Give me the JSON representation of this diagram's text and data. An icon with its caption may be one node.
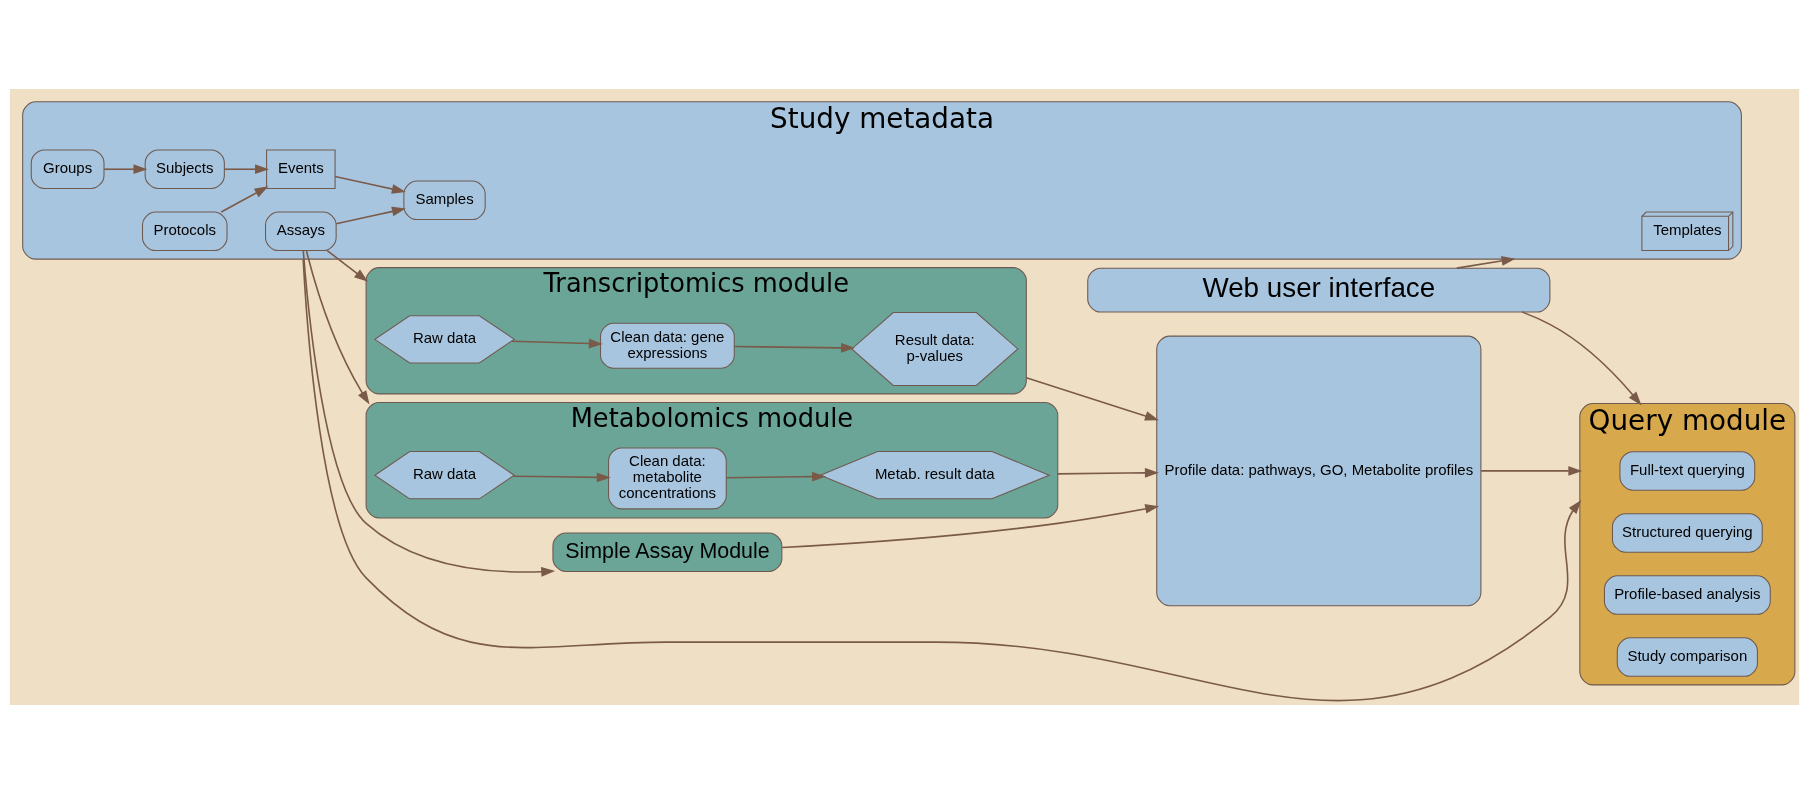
{
  "diagram": {
    "nodes": [
      {
        "text": [
          "Study metadata"
        ]
      },
      {
        "text": [
          "Templates"
        ],
        "in": 0
      },
      {
        "text": [
          "Subjects"
        ],
        "in": 0
      },
      {
        "text": [
          "Groups"
        ],
        "in": 0
      },
      {
        "text": [
          "Events"
        ],
        "in": 0
      },
      {
        "text": [
          "Protocols"
        ],
        "in": 0
      },
      {
        "text": [
          "Samples"
        ],
        "in": 0
      },
      {
        "text": [
          "Assays"
        ],
        "in": 0
      },
      {
        "text": [
          "Simple Assay Module"
        ]
      },
      {
        "text": [
          "Transcriptomics module"
        ]
      },
      {
        "text": [
          "Raw data"
        ],
        "in": 9
      },
      {
        "text": [
          "Clean data: gene expressions"
        ],
        "in": 9
      },
      {
        "text": [
          "Result data: p-values"
        ],
        "in": 9
      },
      {
        "text": [
          "Metabolomics module"
        ]
      },
      {
        "text": [
          "Raw data"
        ],
        "in": 13
      },
      {
        "text": [
          "Clean data: metabolite concentrations"
        ],
        "in": 13
      },
      {
        "text": [
          "Metab. result data"
        ],
        "in": 13
      },
      {
        "text": [
          "Profile data: pathways, GO, Metabolite profiles"
        ]
      },
      {
        "text": [
          "Query module"
        ]
      },
      {
        "text": [
          "Full-text querying"
        ],
        "in": 18
      },
      {
        "text": [
          "Structured querying"
        ],
        "in": 18
      },
      {
        "text": [
          "Profile-based analysis"
        ],
        "in": 18
      },
      {
        "text": [
          "Study comparison"
        ],
        "in": 18
      },
      {
        "text": [
          "Web user interface"
        ]
      }
    ],
    "edges": [
      {
        "from": 3,
        "to": 2,
        "arrow": "to"
      },
      {
        "from": 2,
        "to": 4,
        "arrow": "to"
      },
      {
        "from": 5,
        "to": 4,
        "arrow": "to"
      },
      {
        "from": 4,
        "to": 6,
        "arrow": "to"
      },
      {
        "from": 7,
        "to": 6,
        "arrow": "to"
      },
      {
        "from": 7,
        "to": 8,
        "arrow": "to"
      },
      {
        "from": 7,
        "to": 9,
        "arrow": "to"
      },
      {
        "from": 7,
        "to": 13,
        "arrow": "to"
      },
      {
        "from": 10,
        "to": 11,
        "arrow": "to"
      },
      {
        "from": 11,
        "to": 12,
        "arrow": "to"
      },
      {
        "from": 14,
        "to": 15,
        "arrow": "to"
      },
      {
        "from": 15,
        "to": 16,
        "arrow": "to"
      },
      {
        "from": 8,
        "to": 17,
        "arrow": "to"
      },
      {
        "from": 9,
        "to": 17,
        "arrow": "to"
      },
      {
        "from": 13,
        "to": 17,
        "arrow": "to"
      },
      {
        "from": 17,
        "to": 18,
        "arrow": "to"
      },
      {
        "from": 0,
        "to": 18,
        "arrow": "to"
      },
      {
        "from": 23,
        "to": 0,
        "arrow": "to"
      },
      {
        "from": 23,
        "to": 18,
        "arrow": "to"
      }
    ]
  }
}
